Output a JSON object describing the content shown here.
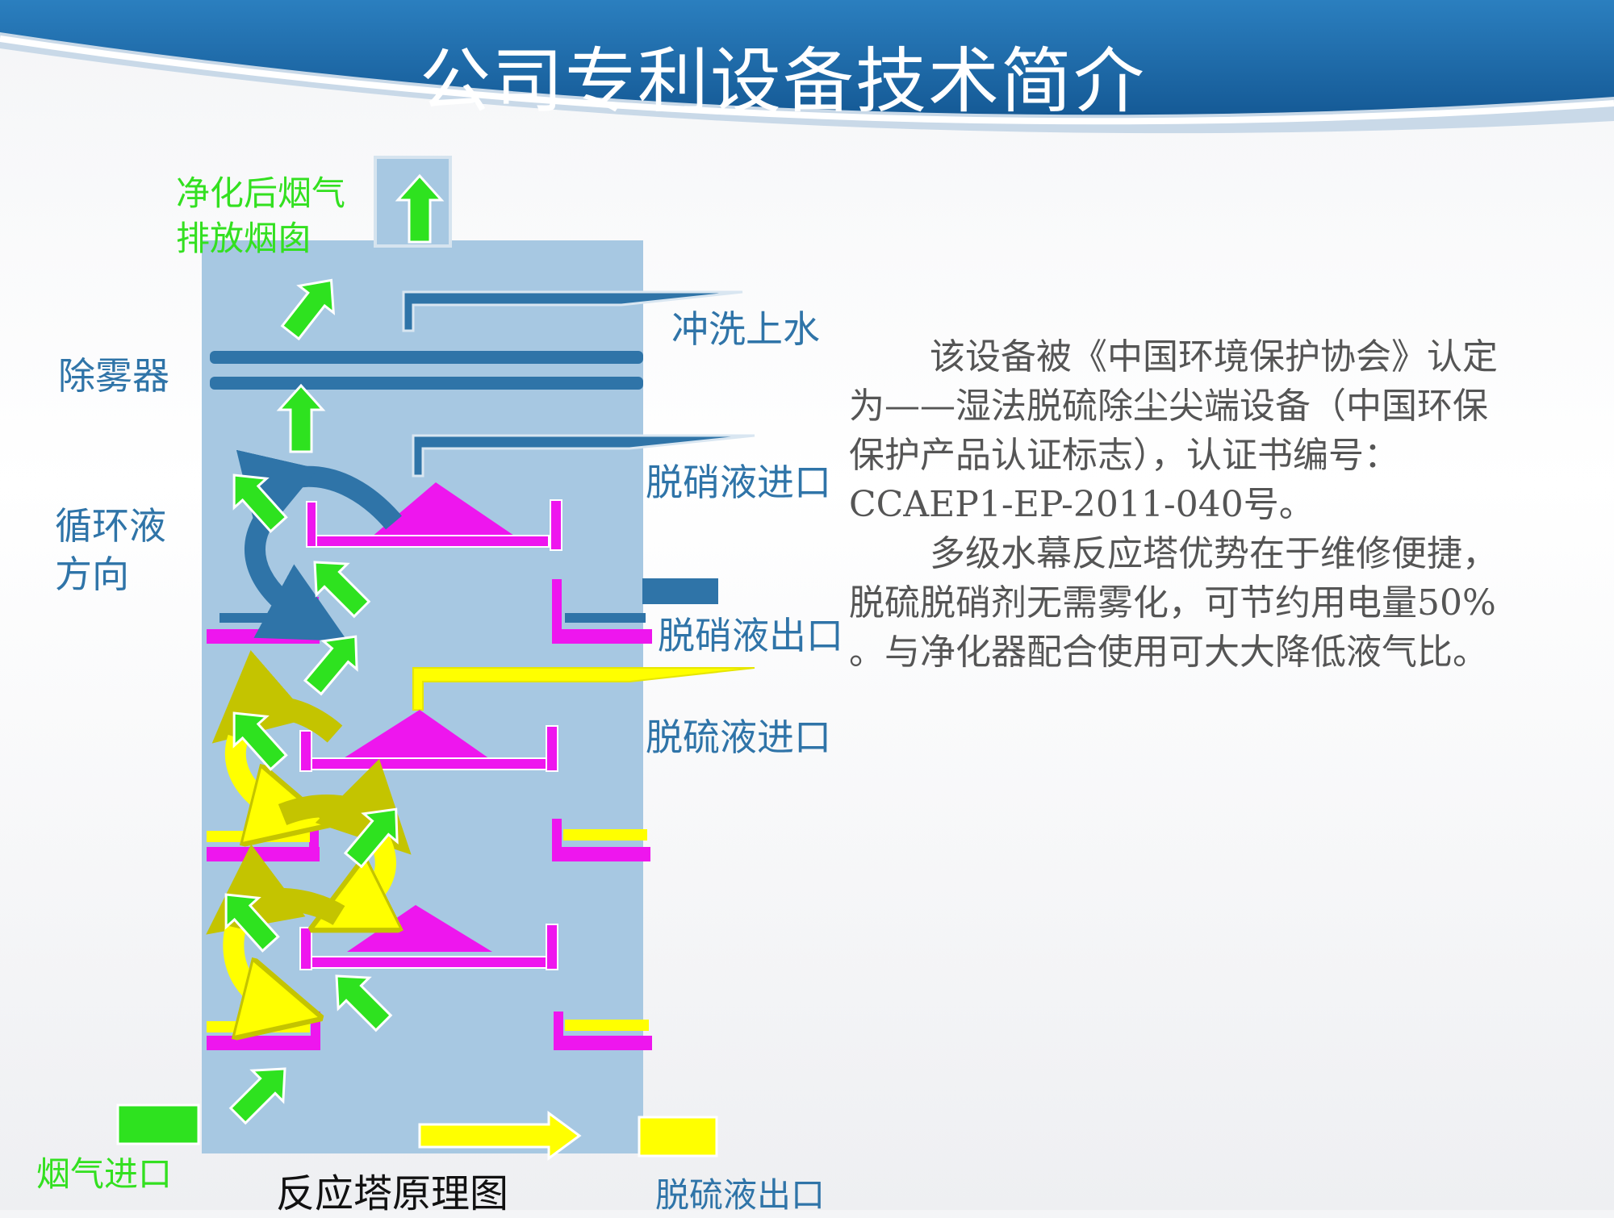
{
  "title": "公司专利设备技术简介",
  "labels": {
    "clean_gas_line1": "净化后烟气",
    "clean_gas_line2": "排放烟囱",
    "flush_water": "冲洗上水",
    "demister": "除雾器",
    "circulation_line1": "循环液",
    "circulation_line2": "方向",
    "denitration_inlet": "脱硝液进口",
    "denitration_outlet": "脱硝液出口",
    "desulfurization_inlet": "脱硫液进口",
    "flue_gas_inlet": "烟气进口",
    "desulfurization_outlet": "脱硫液出口",
    "diagram_caption": "反应塔原理图"
  },
  "description": {
    "para1_lines": [
      "该设备被《中国环境保护协会》认定",
      "为——湿法脱硫除尘尖端设备（中国环保",
      "保护产品认证标志），认证书编号：",
      "CCAEP1-EP-2011-040号。"
    ],
    "para2_lines": [
      "多级水幕反应塔优势在于维修便捷，",
      "脱硫脱硝剂无需雾化，可节约用电量50%",
      "。与净化器配合使用可大大降低液气比。"
    ]
  },
  "colors": {
    "banner": "#1b6aaa",
    "tower": "#a7c8e2",
    "pipe_blue": "#2f74a8",
    "tray_magenta": "#ee16ee",
    "gas_green": "#2ee21f",
    "liquid_yellow": "#ffff00",
    "circulation_olive": "#c4c400"
  }
}
